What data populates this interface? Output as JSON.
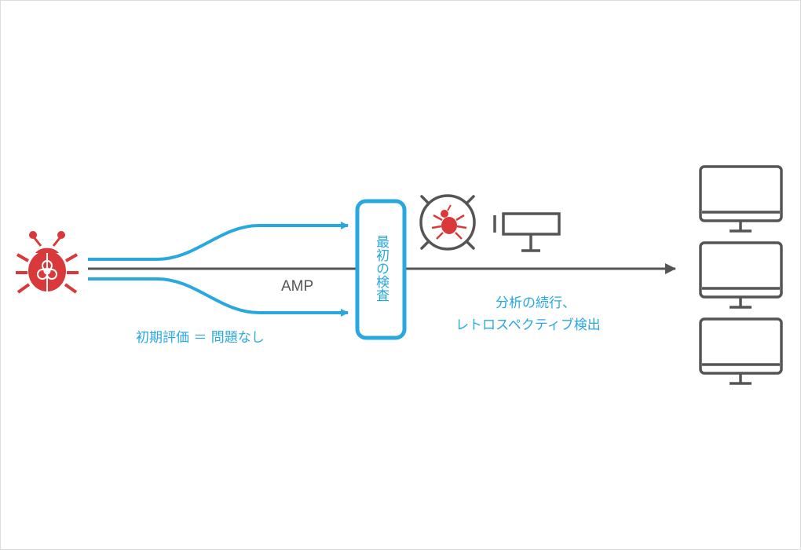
{
  "diagram": {
    "product_label": "AMP",
    "initial_eval_label": "初期評価 ＝ 問題なし",
    "inspection_label": "最初の検査",
    "continued_line1": "分析の続行、",
    "continued_line2": "レトロスペクティブ検出"
  },
  "icons": {
    "malware": "bug-biohazard-icon",
    "target": "crosshair-bug-icon",
    "sandbox": "sandbox-stand-icon",
    "endpoint": "monitor-icon"
  },
  "colors": {
    "blue": "#29a8e0",
    "gray": "#555555",
    "red": "#d9393b"
  }
}
